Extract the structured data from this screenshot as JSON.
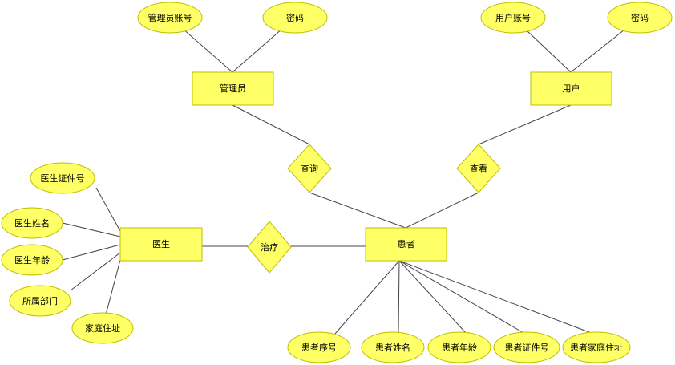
{
  "colors": {
    "fill": "#ffff66",
    "stroke": "#bfbf00",
    "line": "#444444",
    "background": "#ffffff"
  },
  "entities": {
    "admin": "管理员",
    "user": "用户",
    "doctor": "医生",
    "patient": "患者"
  },
  "relationships": {
    "query": "查询",
    "view": "查看",
    "treat": "治疗"
  },
  "attributes": {
    "admin_account": "管理员账号",
    "admin_password": "密码",
    "user_account": "用户账号",
    "user_password": "密码",
    "doctor_cert": "医生证件号",
    "doctor_name": "医生姓名",
    "doctor_age": "医生年龄",
    "doctor_dept": "所属部门",
    "doctor_address": "家庭住址",
    "patient_no": "患者序号",
    "patient_name": "患者姓名",
    "patient_age": "患者年龄",
    "patient_cert": "患者证件号",
    "patient_address": "患者家庭住址"
  }
}
